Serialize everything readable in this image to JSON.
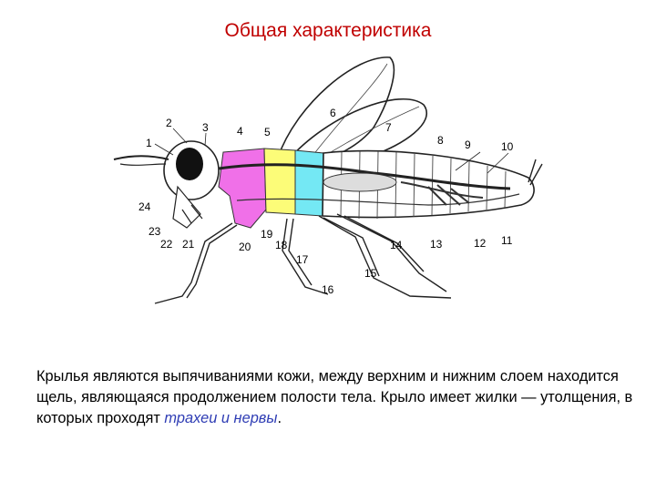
{
  "title": "Общая характеристика",
  "diagram": {
    "labels": [
      "1",
      "2",
      "3",
      "4",
      "5",
      "6",
      "7",
      "8",
      "9",
      "10",
      "11",
      "12",
      "13",
      "14",
      "15",
      "16",
      "17",
      "18",
      "19",
      "20",
      "21",
      "22",
      "23",
      "24"
    ],
    "colors": {
      "head_segment": "#f070e8",
      "mid_segment": "#fcfc78",
      "rear_segment": "#74e8f4",
      "outline": "#222222"
    }
  },
  "caption": {
    "part1": "Крылья являются выпячиваниями кожи, между верхним и нижним слоем находится щель, являющаяся продолжением полости тела. Крыло имеет жилки — утолщения, в которых проходят ",
    "highlight": "трахеи и нервы",
    "highlight_color": "#2e3cb4",
    "part2": "."
  }
}
